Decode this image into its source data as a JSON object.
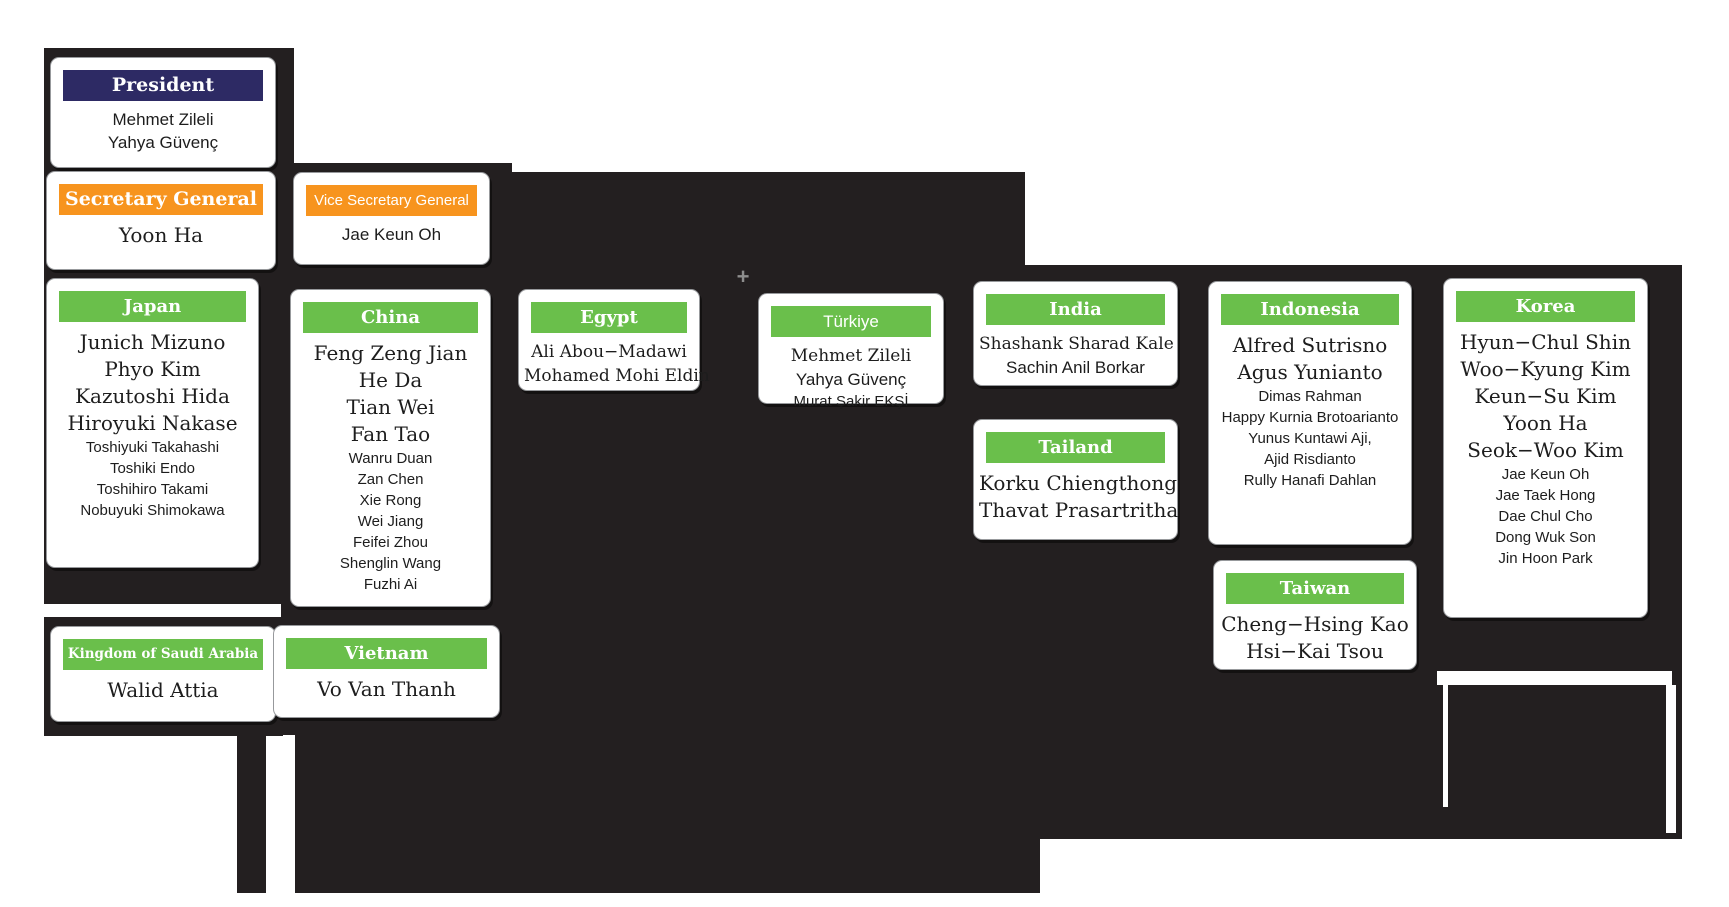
{
  "colors": {
    "background_ink": "#231f20",
    "green_header": "#6abf4b",
    "orange_header": "#f7941e",
    "navy_header": "#2d2a64",
    "box_fill": "#ffffff"
  },
  "artifacts": {
    "plus_mark": "+"
  },
  "boxes": [
    {
      "id": "president",
      "header": {
        "label": "President",
        "style": "navy-serif"
      },
      "names": [
        {
          "text": "Mehmet Zileli",
          "style": "sans-lg"
        },
        {
          "text": "Yahya Güvenç",
          "style": "sans-lg"
        }
      ]
    },
    {
      "id": "secretary-general",
      "header": {
        "label": "Secretary General",
        "style": "orange-serif"
      },
      "names": [
        {
          "text": "Yoon Ha",
          "style": "serif-lg"
        }
      ]
    },
    {
      "id": "vice-secretary-general",
      "header": {
        "label": "Vice Secretary General",
        "style": "orange-sans"
      },
      "names": [
        {
          "text": "Jae Keun Oh",
          "style": "sans-lg"
        }
      ]
    },
    {
      "id": "japan",
      "header": {
        "label": "Japan",
        "style": "green-serif"
      },
      "names": [
        {
          "text": "Junich Mizuno",
          "style": "serif-lg"
        },
        {
          "text": "Phyo Kim",
          "style": "serif-lg"
        },
        {
          "text": "Kazutoshi Hida",
          "style": "serif-lg"
        },
        {
          "text": "Hiroyuki Nakase",
          "style": "serif-lg"
        },
        {
          "text": "Toshiyuki Takahashi",
          "style": "sans-md"
        },
        {
          "text": "Toshiki Endo",
          "style": "sans-md"
        },
        {
          "text": "Toshihiro Takami",
          "style": "sans-md"
        },
        {
          "text": "Nobuyuki Shimokawa",
          "style": "sans-md"
        }
      ]
    },
    {
      "id": "china",
      "header": {
        "label": "China",
        "style": "green-serif"
      },
      "names": [
        {
          "text": "Feng Zeng Jian",
          "style": "serif-lg"
        },
        {
          "text": "He Da",
          "style": "serif-lg"
        },
        {
          "text": "Tian Wei",
          "style": "serif-lg"
        },
        {
          "text": "Fan Tao",
          "style": "serif-lg"
        },
        {
          "text": "Wanru Duan",
          "style": "sans-md"
        },
        {
          "text": "Zan Chen",
          "style": "sans-md"
        },
        {
          "text": "Xie Rong",
          "style": "sans-md"
        },
        {
          "text": "Wei Jiang",
          "style": "sans-md"
        },
        {
          "text": "Feifei Zhou",
          "style": "sans-md"
        },
        {
          "text": "Shenglin Wang",
          "style": "sans-md"
        },
        {
          "text": "Fuzhi Ai",
          "style": "sans-md"
        }
      ]
    },
    {
      "id": "egypt",
      "header": {
        "label": "Egypt",
        "style": "green-serif"
      },
      "names": [
        {
          "text": "Ali Abou−Madawi",
          "style": "serif-md"
        },
        {
          "text": "Mohamed Mohi Eldin",
          "style": "serif-md"
        }
      ]
    },
    {
      "id": "turkiye",
      "header": {
        "label": "Türkiye",
        "style": "green-sans"
      },
      "names": [
        {
          "text": "Mehmet Zileli",
          "style": "serif-md"
        },
        {
          "text": "Yahya Güvenç",
          "style": "sans-lg"
        },
        {
          "text": "Murat Şakir EKŞİ",
          "style": "sans-md"
        }
      ]
    },
    {
      "id": "india",
      "header": {
        "label": "India",
        "style": "green-serif"
      },
      "names": [
        {
          "text": "Shashank Sharad Kale",
          "style": "serif-md"
        },
        {
          "text": "Sachin Anil Borkar",
          "style": "sans-lg"
        }
      ]
    },
    {
      "id": "tailand",
      "header": {
        "label": "Tailand",
        "style": "green-serif"
      },
      "names": [
        {
          "text": "Korku Chiengthong",
          "style": "serif-lg"
        },
        {
          "text": "Thavat Prasartritha",
          "style": "serif-lg"
        }
      ]
    },
    {
      "id": "indonesia",
      "header": {
        "label": "Indonesia",
        "style": "green-serif"
      },
      "names": [
        {
          "text": "Alfred Sutrisno",
          "style": "serif-lg"
        },
        {
          "text": "Agus Yunianto",
          "style": "serif-lg"
        },
        {
          "text": "Dimas Rahman",
          "style": "sans-md"
        },
        {
          "text": "Happy Kurnia Brotoarianto",
          "style": "sans-md"
        },
        {
          "text": "Yunus Kuntawi Aji,",
          "style": "sans-md"
        },
        {
          "text": "Ajid Risdianto",
          "style": "sans-md"
        },
        {
          "text": "Rully Hanafi Dahlan",
          "style": "sans-md"
        }
      ]
    },
    {
      "id": "taiwan",
      "header": {
        "label": "Taiwan",
        "style": "green-serif"
      },
      "names": [
        {
          "text": "Cheng−Hsing Kao",
          "style": "serif-lg"
        },
        {
          "text": "Hsi−Kai Tsou",
          "style": "serif-lg"
        }
      ]
    },
    {
      "id": "korea",
      "header": {
        "label": "Korea",
        "style": "green-serif"
      },
      "names": [
        {
          "text": "Hyun−Chul Shin",
          "style": "serif-lg"
        },
        {
          "text": "Woo−Kyung Kim",
          "style": "serif-lg"
        },
        {
          "text": "Keun−Su Kim",
          "style": "serif-lg"
        },
        {
          "text": "Yoon Ha",
          "style": "serif-lg"
        },
        {
          "text": "Seok−Woo Kim",
          "style": "serif-lg"
        },
        {
          "text": "Jae Keun Oh",
          "style": "sans-md"
        },
        {
          "text": "Jae Taek Hong",
          "style": "sans-md"
        },
        {
          "text": "Dae Chul Cho",
          "style": "sans-md"
        },
        {
          "text": "Dong Wuk Son",
          "style": "sans-md"
        },
        {
          "text": "Jin Hoon Park",
          "style": "sans-md"
        }
      ]
    },
    {
      "id": "saudi-arabia",
      "header": {
        "label": "Kingdom of Saudi Arabia",
        "style": "green-serif-sm"
      },
      "names": [
        {
          "text": "Walid Attia",
          "style": "serif-lg"
        }
      ]
    },
    {
      "id": "vietnam",
      "header": {
        "label": "Vietnam",
        "style": "green-serif"
      },
      "names": [
        {
          "text": "Vo Van Thanh",
          "style": "serif-lg"
        }
      ]
    }
  ]
}
